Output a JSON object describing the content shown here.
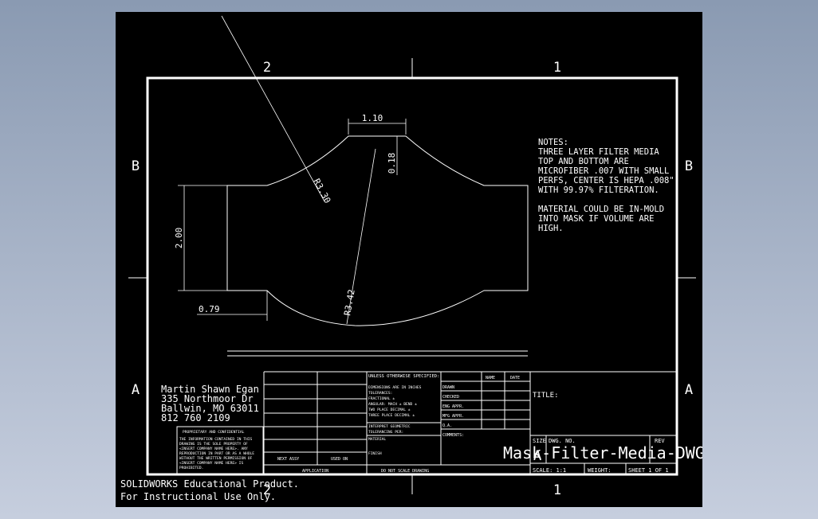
{
  "zones": {
    "col_left": "2",
    "col_right": "1",
    "row_top": "B",
    "row_bottom": "A"
  },
  "dimensions": {
    "width_top": "1.10",
    "drop": "0.18",
    "radius_top": "R3.30",
    "height": "2.00",
    "radius_bottom": "R3.42",
    "offset": "0.79"
  },
  "notes": [
    "NOTES:",
    "THREE LAYER FILTER MEDIA",
    "TOP AND BOTTOM ARE",
    "MICROFIBER .007 WITH SMALL",
    "PERFS, CENTER IS HEPA .008\"",
    "WITH 99.97% FILTERATION.",
    "",
    "MATERIAL COULD BE IN-MOLD",
    "INTO MASK IF VOLUME ARE",
    "HIGH."
  ],
  "author": [
    "Martin Shawn Egan",
    "335 Northmoor Dr",
    "Ballwin, MO 63011",
    "812 760 2109"
  ],
  "proprietary": {
    "title": "PROPRIETARY AND CONFIDENTIAL",
    "lines": [
      "THE INFORMATION CONTAINED IN THIS",
      "DRAWING IS THE SOLE PROPERTY OF",
      "<INSERT COMPANY NAME HERE>. ANY",
      "REPRODUCTION IN PART OR AS A WHOLE",
      "WITHOUT THE WRITTEN PERMISSION OF",
      "<INSERT COMPANY NAME HERE> IS",
      "PROHIBITED."
    ]
  },
  "application": {
    "next_assy": "NEXT ASSY",
    "used_on": "USED ON",
    "label": "APPLICATION"
  },
  "tolerances": {
    "header": "UNLESS OTHERWISE SPECIFIED:",
    "lines": [
      "DIMENSIONS ARE IN INCHES",
      "TOLERANCES:",
      "FRACTIONAL ±",
      "ANGULAR: MACH ±   BEND ±",
      "TWO PLACE DECIMAL   ±",
      "THREE PLACE DECIMAL  ±"
    ],
    "interpret": [
      "INTERPRET GEOMETRIC",
      "TOLERANCING PER:"
    ],
    "material": "MATERIAL",
    "finish": "FINISH",
    "do_not_scale": "DO NOT SCALE DRAWING"
  },
  "approval": {
    "name": "NAME",
    "date": "DATE",
    "rows": [
      "DRAWN",
      "CHECKED",
      "ENG APPR.",
      "MFG APPR.",
      "Q.A."
    ],
    "comments": "COMMENTS:"
  },
  "title_block": {
    "title_label": "TITLE:",
    "size_label": "SIZE",
    "size": "A",
    "dwg_no_label": "DWG. NO.",
    "dwg_no": "Mask-Filter-Media-DWG",
    "rev_label": "REV",
    "scale": "SCALE: 1:1",
    "weight": "WEIGHT:",
    "sheet": "SHEET 1 OF 1"
  },
  "watermark": [
    "SOLIDWORKS Educational Product.",
    "For Instructional Use Only."
  ]
}
